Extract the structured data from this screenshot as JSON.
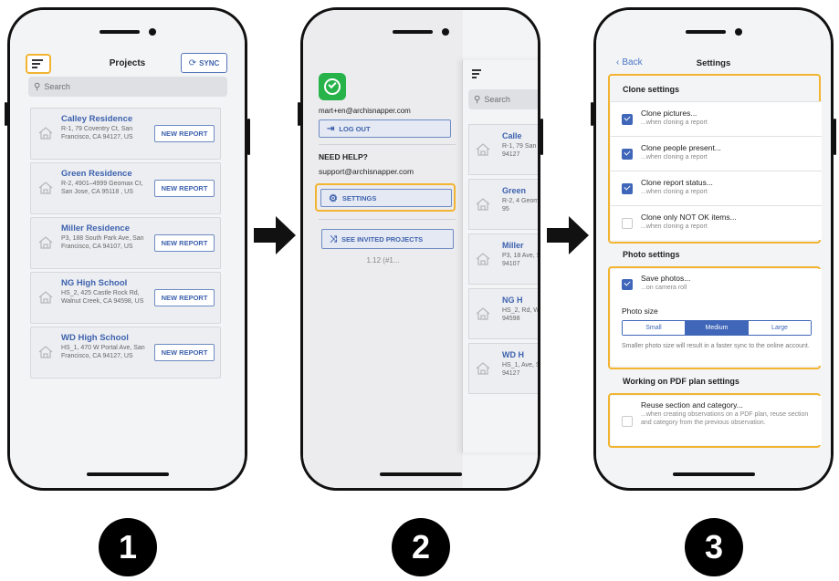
{
  "phone1": {
    "title": "Projects",
    "sync_label": "SYNC",
    "search_placeholder": "Search",
    "projects": [
      {
        "name": "Calley Residence",
        "addr": "R-1, 79 Coventry Ct, San Francisco, CA 94127, US",
        "button": "NEW REPORT"
      },
      {
        "name": "Green Residence",
        "addr": "R-2, 4901–4999 Geomax Ct, San Jose, CA 95118 , US",
        "button": "NEW REPORT"
      },
      {
        "name": "Miller Residence",
        "addr": "P3, 188 South Park Ave, San Francisco, CA 94107, US",
        "button": "NEW REPORT"
      },
      {
        "name": "NG High School",
        "addr": "HS_2, 425 Castle Rock Rd, Walnut Creek, CA 94598, US",
        "button": "NEW REPORT"
      },
      {
        "name": "WD High School",
        "addr": "HS_1, 470 W Portal Ave, San Francisco, CA 94127, US",
        "button": "NEW REPORT"
      }
    ]
  },
  "phone2": {
    "email": "mart+en@archisnapper.com",
    "logout_label": "LOG OUT",
    "need_help": "NEED HELP?",
    "support_email": "support@archisnapper.com",
    "settings_label": "SETTINGS",
    "invited_label": "SEE INVITED PROJECTS",
    "version": "1.12 (#1...",
    "search_placeholder": "Search",
    "projects": [
      {
        "name": "Calle",
        "addr": "R-1, 79 San Fr 94127"
      },
      {
        "name": "Green",
        "addr": "R-2, 4 Geom CA 95"
      },
      {
        "name": "Miller",
        "addr": "P3, 18 Ave, S 94107"
      },
      {
        "name": "NG H",
        "addr": "HS_2, Rd, W 94598"
      },
      {
        "name": "WD H",
        "addr": "HS_1, Ave, S 94127"
      }
    ]
  },
  "phone3": {
    "back_label": "Back",
    "title": "Settings",
    "clone_heading": "Clone settings",
    "clone_rows": [
      {
        "title": "Clone pictures...",
        "sub": "...when cloning a report",
        "checked": true
      },
      {
        "title": "Clone people present...",
        "sub": "...when cloning a report",
        "checked": true
      },
      {
        "title": "Clone report status...",
        "sub": "...when cloning a report",
        "checked": true
      },
      {
        "title": "Clone only NOT OK items...",
        "sub": "...when cloning a report",
        "checked": false
      }
    ],
    "photo_heading": "Photo settings",
    "save_photos_title": "Save photos...",
    "save_photos_sub": "...on camera roll",
    "photo_size_label": "Photo size",
    "sizes": [
      "Small",
      "Medium",
      "Large"
    ],
    "selected_size": "Medium",
    "photo_hint": "Smaller photo size will result in a faster sync to the online account.",
    "pdf_heading": "Working on PDF plan settings",
    "reuse_title": "Reuse section and category...",
    "reuse_sub": "...when creating observations on a PDF plan, reuse section and category from the previous observation."
  },
  "steps": [
    "1",
    "2",
    "3"
  ],
  "colors": {
    "highlight": "#f2b431",
    "accent": "#3f66b8",
    "logo": "#27b34a"
  }
}
